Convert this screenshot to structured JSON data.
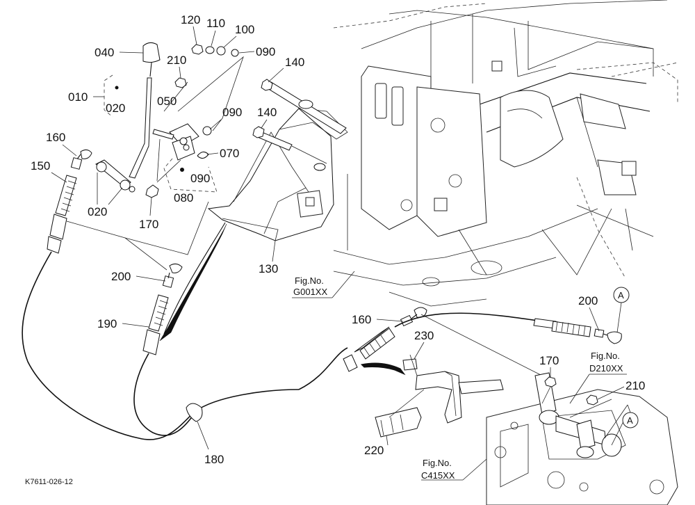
{
  "diagram_code": "K7611-026-12",
  "part_labels": {
    "p010": "010",
    "p020a": "020",
    "p020b": "020",
    "p040": "040",
    "p050": "050",
    "p070": "070",
    "p080": "080",
    "p090a": "090",
    "p090b": "090",
    "p090c": "090",
    "p100": "100",
    "p110": "110",
    "p120": "120",
    "p130": "130",
    "p140a": "140",
    "p140b": "140",
    "p150": "150",
    "p160a": "160",
    "p160b": "160",
    "p170a": "170",
    "p170b": "170",
    "p180": "180",
    "p190": "190",
    "p200a": "200",
    "p200b": "200",
    "p210a": "210",
    "p210b": "210",
    "p220": "220",
    "p230": "230"
  },
  "markers": {
    "a1": "A",
    "a2": "A"
  },
  "fig_refs": [
    {
      "line1": "Fig.No.",
      "line2": "G001XX"
    },
    {
      "line1": "Fig.No.",
      "line2": "D210XX"
    },
    {
      "line1": "Fig.No.",
      "line2": "C415XX"
    }
  ]
}
